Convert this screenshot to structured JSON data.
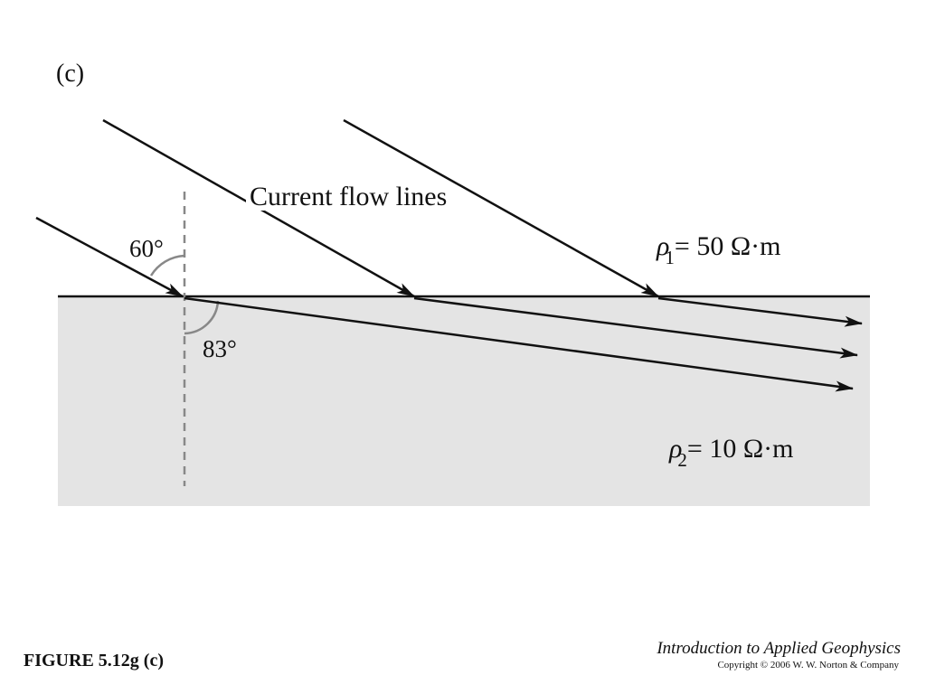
{
  "panel_label": "(c)",
  "flow_label": "Current flow lines",
  "angle_incident": "60°",
  "angle_refracted": "83°",
  "layer1": {
    "symbol": "ρ",
    "subscript": "1",
    "value": "= 50 Ω·m"
  },
  "layer2": {
    "symbol": "ρ",
    "subscript": "2",
    "value": "= 10 Ω·m"
  },
  "figure_label": "FIGURE 5.12g (c)",
  "book_title": "Introduction to Applied Geophysics",
  "copyright": "Copyright © 2006 W. W. Norton & Company",
  "colors": {
    "lower_layer": "#e4e4e4",
    "lines": "#111111",
    "normal": "#888888"
  }
}
